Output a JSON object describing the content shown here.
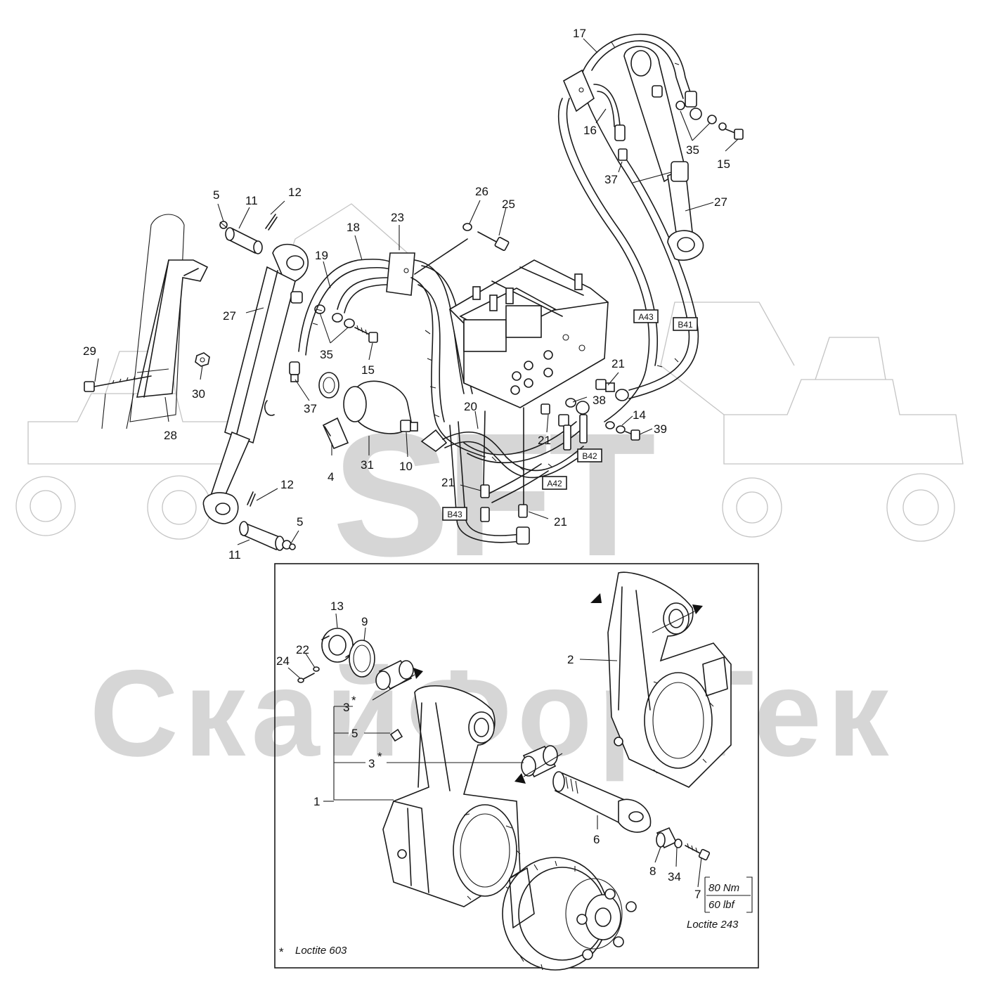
{
  "watermark": {
    "logo_text": "SFT",
    "brand_text": "СкайФорТек"
  },
  "callouts_upper": [
    {
      "id": "c5a",
      "text": "5"
    },
    {
      "id": "c11a",
      "text": "11"
    },
    {
      "id": "c12a",
      "text": "12"
    },
    {
      "id": "c18",
      "text": "18"
    },
    {
      "id": "c23",
      "text": "23"
    },
    {
      "id": "c26",
      "text": "26"
    },
    {
      "id": "c25",
      "text": "25"
    },
    {
      "id": "c17",
      "text": "17"
    },
    {
      "id": "c16",
      "text": "16"
    },
    {
      "id": "c35a",
      "text": "35"
    },
    {
      "id": "c15a",
      "text": "15"
    },
    {
      "id": "c37a",
      "text": "37"
    },
    {
      "id": "c27a",
      "text": "27"
    },
    {
      "id": "c19",
      "text": "19"
    },
    {
      "id": "c27b",
      "text": "27"
    },
    {
      "id": "c35b",
      "text": "35"
    },
    {
      "id": "c15b",
      "text": "15"
    },
    {
      "id": "c29",
      "text": "29"
    },
    {
      "id": "c30",
      "text": "30"
    },
    {
      "id": "c28",
      "text": "28"
    },
    {
      "id": "c37b",
      "text": "37"
    },
    {
      "id": "c21a",
      "text": "21"
    },
    {
      "id": "c38",
      "text": "38"
    },
    {
      "id": "c14",
      "text": "14"
    },
    {
      "id": "c39",
      "text": "39"
    },
    {
      "id": "c20",
      "text": "20"
    },
    {
      "id": "c21b",
      "text": "21"
    },
    {
      "id": "c4",
      "text": "4"
    },
    {
      "id": "c31",
      "text": "31"
    },
    {
      "id": "c10",
      "text": "10"
    },
    {
      "id": "c12b",
      "text": "12"
    },
    {
      "id": "c21c",
      "text": "21"
    },
    {
      "id": "c21d",
      "text": "21"
    },
    {
      "id": "c5b",
      "text": "5"
    },
    {
      "id": "c11b",
      "text": "11"
    }
  ],
  "hose_tags": [
    {
      "id": "A43",
      "text": "A43"
    },
    {
      "id": "B41",
      "text": "B41"
    },
    {
      "id": "B42",
      "text": "B42"
    },
    {
      "id": "A42",
      "text": "A42"
    },
    {
      "id": "B43",
      "text": "B43"
    }
  ],
  "callouts_inset": [
    {
      "id": "c13",
      "text": "13"
    },
    {
      "id": "c9",
      "text": "9"
    },
    {
      "id": "c24",
      "text": "24"
    },
    {
      "id": "c22",
      "text": "22"
    },
    {
      "id": "c3a",
      "text": "3"
    },
    {
      "id": "c5c",
      "text": "5"
    },
    {
      "id": "c3b",
      "text": "3"
    },
    {
      "id": "c1",
      "text": "1"
    },
    {
      "id": "c2",
      "text": "2"
    },
    {
      "id": "c6",
      "text": "6"
    },
    {
      "id": "c8",
      "text": "8"
    },
    {
      "id": "c34",
      "text": "34"
    },
    {
      "id": "c7",
      "text": "7"
    }
  ],
  "asterisk": "*",
  "torque": {
    "metric": "80 Nm",
    "imperial": "60 lbf"
  },
  "notes": {
    "threadlocker_bolt": "Loctite 243",
    "asterisk_note": "Loctite 603"
  }
}
